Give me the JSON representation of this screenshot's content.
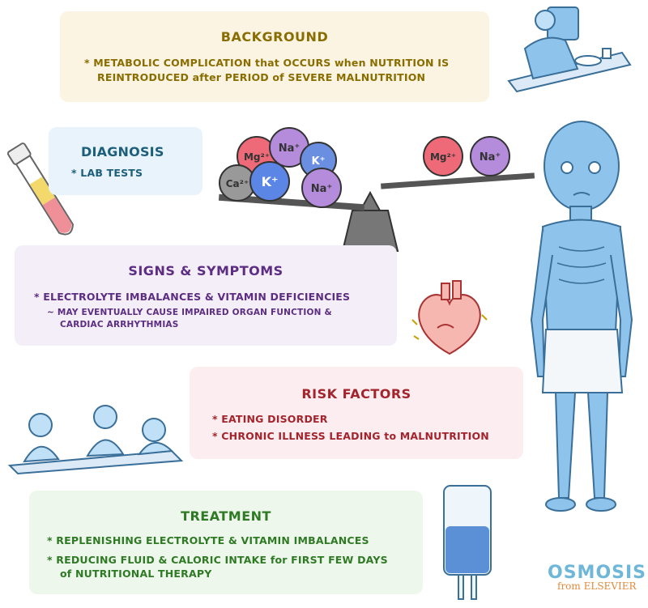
{
  "colors": {
    "background_card": "#fbf4e2",
    "background_text": "#8a6d00",
    "diagnosis_card": "#e8f3fb",
    "diagnosis_text": "#1d5f7a",
    "signs_card": "#f3eef8",
    "signs_text": "#5c2d82",
    "risk_card": "#fceef0",
    "risk_text": "#a3242c",
    "treatment_card": "#eef7ec",
    "treatment_text": "#2f7a24",
    "child_body": "#8ec3ec"
  },
  "background": {
    "title": "BACKGROUND",
    "line1": "* METABOLIC COMPLICATION that OCCURS when NUTRITION IS",
    "line2": "REINTRODUCED after PERIOD of SEVERE MALNUTRITION"
  },
  "diagnosis": {
    "title": "DIAGNOSIS",
    "item1": "* LAB TESTS"
  },
  "signs": {
    "title": "SIGNS & SYMPTOMS",
    "item1": "* ELECTROLYTE IMBALANCES & VITAMIN DEFICIENCIES",
    "sub1": "~ MAY EVENTUALLY CAUSE IMPAIRED ORGAN FUNCTION &",
    "sub2": "CARDIAC ARRHYTHMIAS"
  },
  "risk": {
    "title": "RISK FACTORS",
    "item1": "* EATING DISORDER",
    "item2": "* CHRONIC ILLNESS LEADING to MALNUTRITION"
  },
  "treatment": {
    "title": "TREATMENT",
    "item1": "* REPLENISHING ELECTROLYTE & VITAMIN IMBALANCES",
    "item2": "* REDUCING FLUID & CALORIC INTAKE for FIRST FEW DAYS",
    "item3": "of NUTRITIONAL THERAPY"
  },
  "scale": {
    "left_ions": [
      "Mg²⁺",
      "Na⁺",
      "K⁺",
      "Ca²⁺",
      "K⁺",
      "Na⁺"
    ],
    "right_ions": [
      "Mg²⁺",
      "Na⁺"
    ]
  },
  "logo": {
    "name": "OSMOSIS",
    "sub": "from ELSEVIER"
  }
}
